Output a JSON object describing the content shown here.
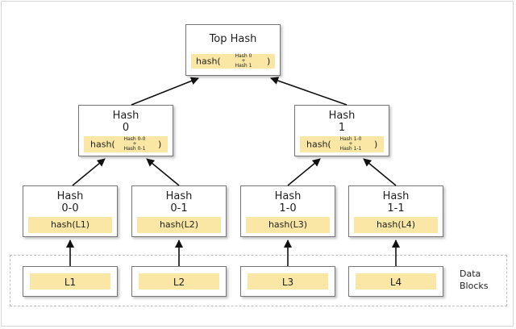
{
  "top": {
    "title": "Top Hash",
    "formula": {
      "prefix": "hash(",
      "line1": "Hash 0",
      "plus": "+",
      "line2": "Hash 1",
      "suffix": ")"
    }
  },
  "hash0": {
    "title_line1": "Hash",
    "title_line2": "0",
    "formula": {
      "prefix": "hash(",
      "line1": "Hash 0-0",
      "plus": "+",
      "line2": "Hash 0-1",
      "suffix": ")"
    }
  },
  "hash1": {
    "title_line1": "Hash",
    "title_line2": "1",
    "formula": {
      "prefix": "hash(",
      "line1": "Hash 1-0",
      "plus": "+",
      "line2": "Hash 1-1",
      "suffix": ")"
    }
  },
  "leaves": [
    {
      "title_line1": "Hash",
      "title_line2": "0-0",
      "formula": "hash(L1)"
    },
    {
      "title_line1": "Hash",
      "title_line2": "0-1",
      "formula": "hash(L2)"
    },
    {
      "title_line1": "Hash",
      "title_line2": "1-0",
      "formula": "hash(L3)"
    },
    {
      "title_line1": "Hash",
      "title_line2": "1-1",
      "formula": "hash(L4)"
    }
  ],
  "data_blocks": [
    "L1",
    "L2",
    "L3",
    "L4"
  ],
  "data_label": {
    "line1": "Data",
    "line2": "Blocks"
  },
  "colors": {
    "formula_fill": "#fbe7a5",
    "border": "#777777",
    "arrow": "#111111"
  }
}
